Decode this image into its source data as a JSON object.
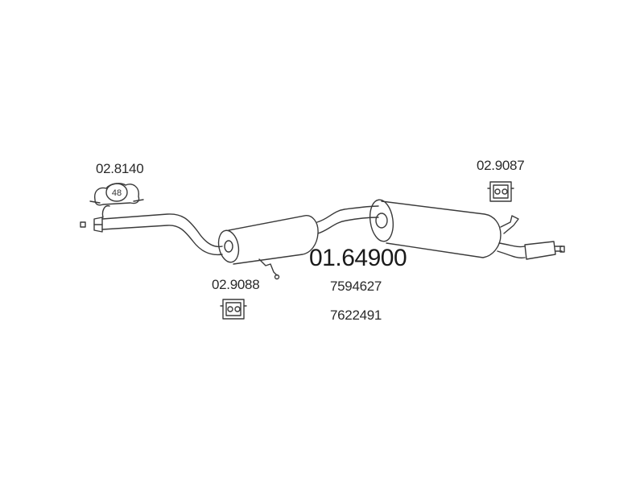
{
  "parts": {
    "clamp": {
      "code": "02.8140",
      "size": "48"
    },
    "front_hanger": {
      "code": "02.9088"
    },
    "rear_hanger": {
      "code": "02.9087"
    }
  },
  "assembly": {
    "code": "01.64900",
    "references": [
      "7594627",
      "7622491"
    ]
  },
  "colors": {
    "line": "#3a3a3a",
    "text": "#2a2a2a"
  }
}
